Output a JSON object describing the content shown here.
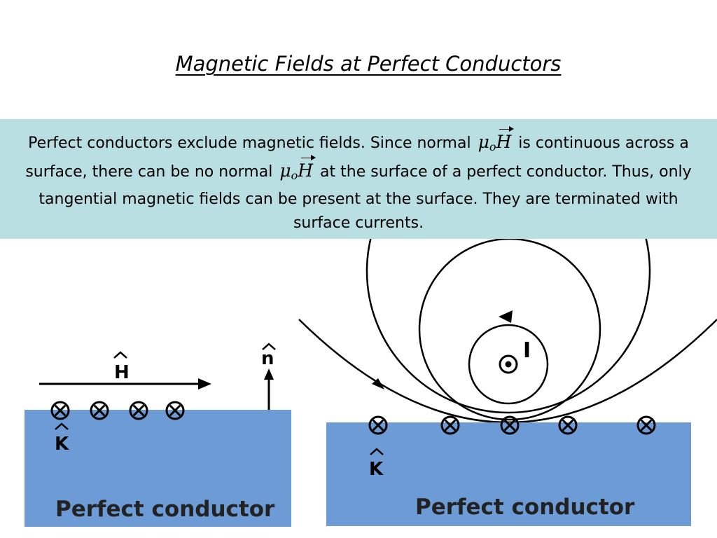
{
  "title": "Magnetic Fields at Perfect Conductors",
  "callout": {
    "part1": "Perfect conductors exclude magnetic fields.  Since normal",
    "part2": "is continuous across a surface, there can be no normal",
    "part3": "at the surface of a perfect conductor.  Thus, only tangential magnetic fields can be present at the surface.  They are terminated with surface currents.",
    "math_base": "μ",
    "math_sub": "o",
    "math_vec": "H"
  },
  "left_diagram": {
    "field_label": "H",
    "normal_label": "n",
    "current_label": "K",
    "conductor_label": "Perfect conductor",
    "current_markers": 4
  },
  "right_diagram": {
    "current_source_label": "I",
    "current_label": "K",
    "conductor_label": "Perfect conductor",
    "current_markers": 5
  },
  "colors": {
    "conductor": "#6d9bd6",
    "callout_background": "#b9dfe2"
  }
}
